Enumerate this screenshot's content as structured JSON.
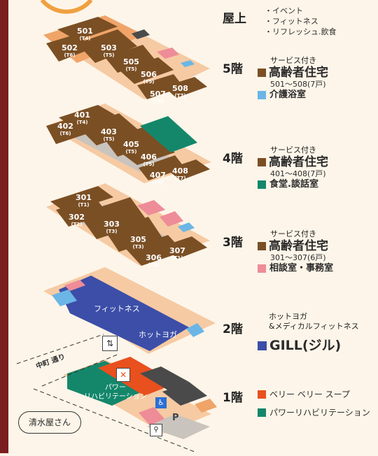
{
  "colors": {
    "brown": "#7b4f24",
    "orange": "#f0a468",
    "peach": "#f6caa3",
    "gray": "#c9c4bd",
    "dark_gray": "#4a4a4a",
    "blue": "#6bb6e6",
    "navy": "#3c4ea8",
    "green": "#14876b",
    "red": "#e8501e",
    "pink": "#ee8c98",
    "frame": "#7a1f1f"
  },
  "rooftop": {
    "floor": "屋上",
    "items": [
      "・イベント",
      "・フィットネス",
      "・リフレッシュ.飲食"
    ]
  },
  "floor5": {
    "floor": "5階",
    "service": "サービス付き",
    "housing": "高齢者住宅",
    "units": "501〜508(7戸)",
    "extra": "介護浴室",
    "rooms": [
      {
        "no": "501",
        "type": "(T4)"
      },
      {
        "no": "502",
        "type": "(T6)"
      },
      {
        "no": "503",
        "type": "(T5)"
      },
      {
        "no": "505",
        "type": "(T5)"
      },
      {
        "no": "506",
        "type": "(T5)"
      },
      {
        "no": "507",
        "type": "(T6)"
      },
      {
        "no": "508",
        "type": "(T7)"
      }
    ]
  },
  "floor4": {
    "floor": "4階",
    "service": "サービス付き",
    "housing": "高齢者住宅",
    "units": "401〜408(7戸)",
    "extra": "食堂.談話室",
    "rooms": [
      {
        "no": "401",
        "type": "(T4)"
      },
      {
        "no": "402",
        "type": "(T6)"
      },
      {
        "no": "403",
        "type": "(T5)"
      },
      {
        "no": "405",
        "type": "(T5)"
      },
      {
        "no": "406",
        "type": "(T5)"
      },
      {
        "no": "407",
        "type": "(T6)"
      },
      {
        "no": "408",
        "type": "(T7)"
      }
    ]
  },
  "floor3": {
    "floor": "3階",
    "service": "サービス付き",
    "housing": "高齢者住宅",
    "units": "301〜307(6戸)",
    "extra": "相談室・事務室",
    "rooms": [
      {
        "no": "301",
        "type": "(T1)"
      },
      {
        "no": "302",
        "type": "(T2)"
      },
      {
        "no": "303",
        "type": "(T3)"
      },
      {
        "no": "305",
        "type": "(T3)"
      },
      {
        "no": "306",
        "type": "(T2)"
      },
      {
        "no": "307",
        "type": "(T1)"
      }
    ]
  },
  "floor2": {
    "floor": "2階",
    "hot_yoga": "ホットヨガ",
    "medical": "&メディカルフィットネス",
    "gill": "GILL(ジル)",
    "fitness_label": "フィットネス",
    "hot_yoga_label": "ホットヨガ"
  },
  "floor1": {
    "floor": "1階",
    "legend": [
      "ベリー ベリー スープ",
      "パワーリハビリテーション"
    ],
    "power_label": [
      "パワー",
      "リハビリテーション"
    ],
    "parking": "P"
  },
  "street": "中町 通り",
  "neighbor": "清水屋さん"
}
